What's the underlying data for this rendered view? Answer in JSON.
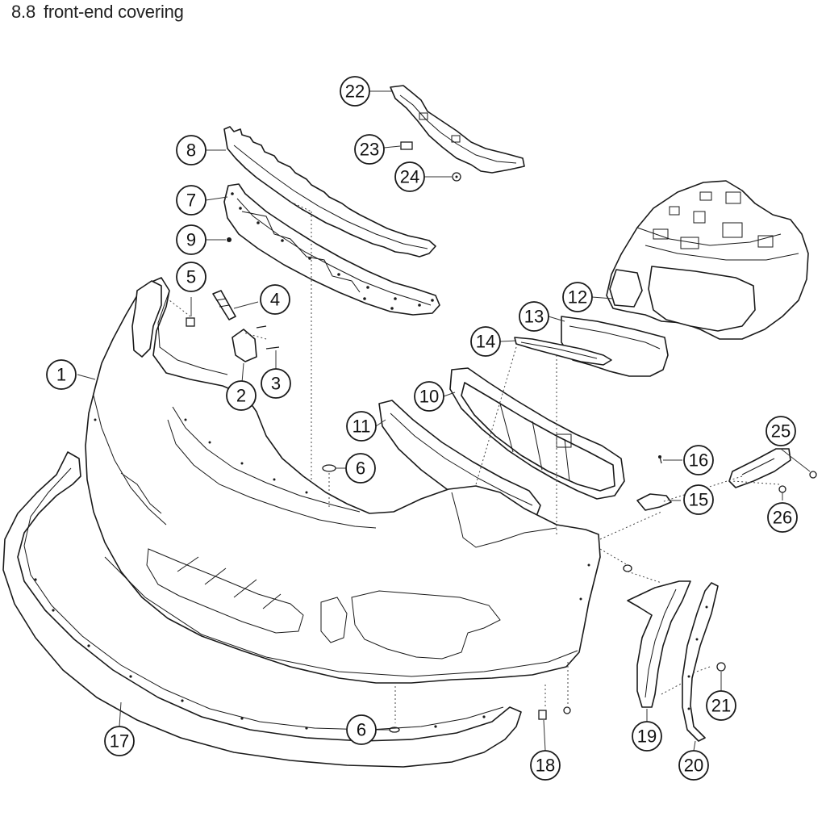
{
  "title": {
    "number": "8.8",
    "text": "front-end covering"
  },
  "callouts": [
    "1",
    "2",
    "3",
    "4",
    "5",
    "6",
    "6",
    "7",
    "8",
    "9",
    "10",
    "11",
    "12",
    "13",
    "14",
    "15",
    "16",
    "17",
    "18",
    "19",
    "20",
    "21",
    "22",
    "23",
    "24",
    "25",
    "26"
  ]
}
